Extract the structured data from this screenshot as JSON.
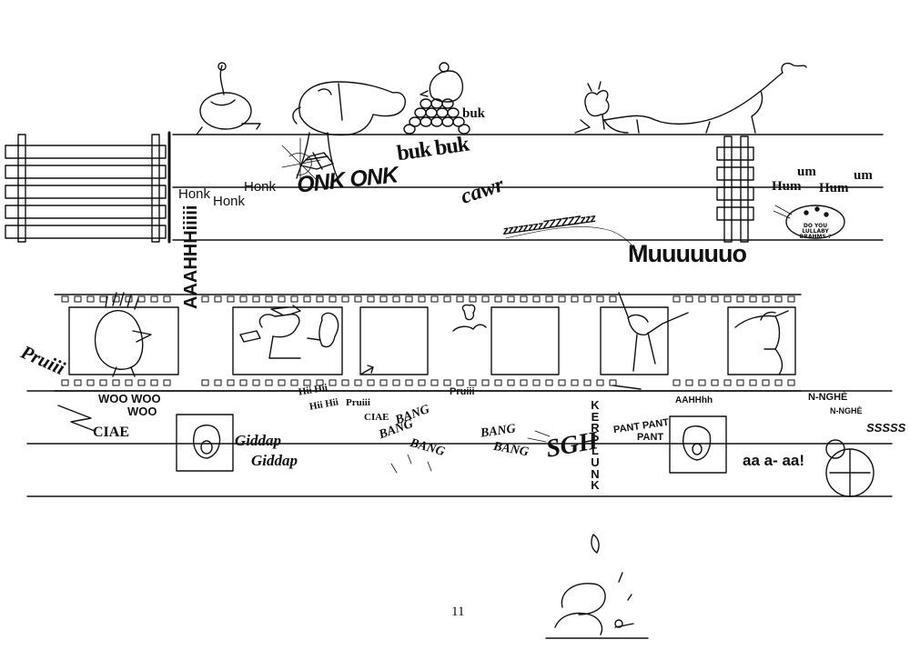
{
  "top_system": {
    "honk": [
      "Honk",
      "Honk",
      "Honk"
    ],
    "onk": "ONK ONK",
    "buk": [
      "buk buk",
      "buk"
    ],
    "cawr": "cawr",
    "zzz": "zzzzzzzzZZZZZZzzz",
    "muu": "Muuuuuuo",
    "hum": [
      "Hum",
      "um",
      "Hum",
      "um"
    ],
    "lullaby_sign": "DO YOU LULLABY BRAHMS ?"
  },
  "middle_system": {
    "pruiii_left": "Pruiii",
    "woo": [
      "WOO WOO",
      "WOO"
    ],
    "aaah": "AAAHHHiiiii",
    "ciae_left": "CIAE",
    "giddap": [
      "Giddap",
      "Giddap"
    ],
    "hii": [
      "Hii Hii",
      "Hii Hii"
    ],
    "pruiii_small": "Pruiii",
    "ciae_mid": "CIAE",
    "bang_1": [
      "BANG",
      "BANG",
      "BANG"
    ],
    "pruiii_mid": "Pruiii",
    "bang_2": [
      "BANG",
      "BANG"
    ],
    "sgh": "SGH",
    "kerplunk": "KERPLUNK",
    "pant": [
      "PANT PANT",
      "PANT"
    ],
    "aaahh": "AAHHhh",
    "nghe": [
      "N-NGHÈ",
      "N-NGHÈ"
    ],
    "sssss": "SSSSS",
    "aa": "aa a- aa!"
  },
  "footer": {
    "page_number": "11"
  }
}
